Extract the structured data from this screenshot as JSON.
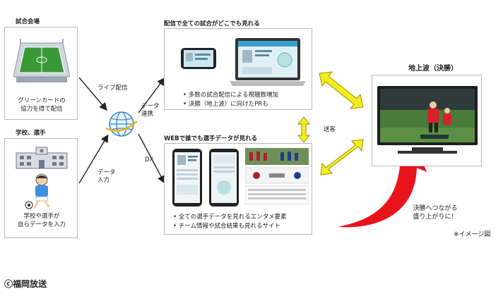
{
  "venue": {
    "title": "試合会場",
    "caption": [
      "グリーンカードの",
      "協力を得て配信"
    ]
  },
  "school": {
    "title": "学校、選手",
    "caption": [
      "学校や選手が",
      "自らデータを入力"
    ]
  },
  "streaming": {
    "title": "配信で全ての試合がどこでも見れる",
    "bullets": [
      "多数の試合配信による視聴数増加",
      "決勝（地上波）に向けたPRも"
    ]
  },
  "web": {
    "title": "WEBで誰でも選手データが見れる",
    "bullets": [
      "全ての選手データを見れるエンタメ要素",
      "チーム情報や試合結果も見れるサイト"
    ]
  },
  "tv": {
    "title": "地上波（決勝）",
    "caption": [
      "決勝へつながる",
      "盛り上がりに！"
    ]
  },
  "arrows": {
    "live": "ライブ配信",
    "data_link": [
      "データ",
      "連携"
    ],
    "dx": "DX",
    "data_input": [
      "データ",
      "入力"
    ],
    "send": "送客"
  },
  "note": "※イメージ図",
  "copyright": "ⓒ福岡放送",
  "colors": {
    "arrow_red": "#e8141c",
    "arrow_yellow": "#f5ee1e",
    "pitch_green": "#3a9a3a"
  }
}
